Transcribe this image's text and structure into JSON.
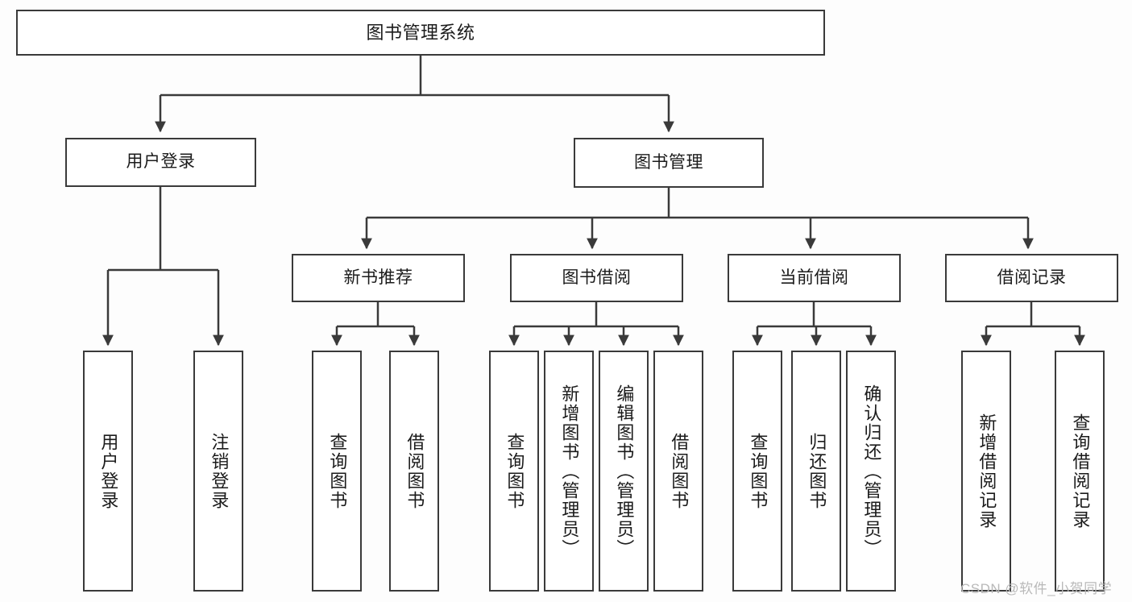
{
  "diagram": {
    "title": "图书管理系统",
    "watermark": "CSDN @软件_小贺同学",
    "colors": {
      "background": "#fdfdfd",
      "line": "#3a3a3a",
      "box_fill": "#ffffff",
      "text": "#1b1b1b",
      "watermark": "#b9b9b9"
    },
    "root": {
      "label": "图书管理系统"
    },
    "level2": [
      {
        "label": "用户登录"
      },
      {
        "label": "图书管理"
      }
    ],
    "level3": [
      {
        "label": "新书推荐"
      },
      {
        "label": "图书借阅"
      },
      {
        "label": "当前借阅"
      },
      {
        "label": "借阅记录"
      }
    ],
    "leaves": {
      "user_login": [
        {
          "label": "用户登录"
        },
        {
          "label": "注销登录"
        }
      ],
      "new_book_recommend": [
        {
          "label": "查询图书"
        },
        {
          "label": "借阅图书"
        }
      ],
      "book_borrow": [
        {
          "label": "查询图书"
        },
        {
          "label": "新增图书（管理员）"
        },
        {
          "label": "编辑图书（管理员）"
        },
        {
          "label": "借阅图书"
        }
      ],
      "current_borrow": [
        {
          "label": "查询图书"
        },
        {
          "label": "归还图书"
        },
        {
          "label": "确认归还（管理员）"
        }
      ],
      "borrow_record": [
        {
          "label": "新增借阅记录"
        },
        {
          "label": "查询借阅记录"
        }
      ]
    }
  }
}
